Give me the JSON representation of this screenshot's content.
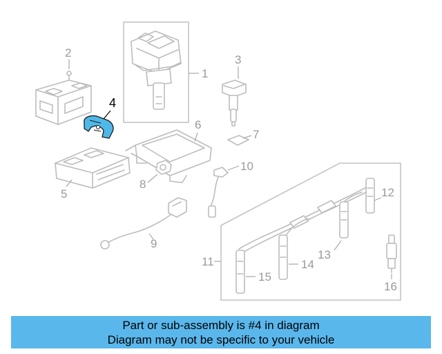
{
  "diagram": {
    "highlight_color": "#4fb8e8",
    "callouts": [
      "1",
      "2",
      "3",
      "4",
      "5",
      "6",
      "7",
      "8",
      "9",
      "10",
      "11",
      "12",
      "13",
      "14",
      "15",
      "16"
    ],
    "highlighted_part": "4"
  },
  "banner": {
    "background": "#5ab7ec",
    "line1": "Part or sub-assembly is #4 in diagram",
    "line2": "Diagram may not be specific to your vehicle"
  }
}
